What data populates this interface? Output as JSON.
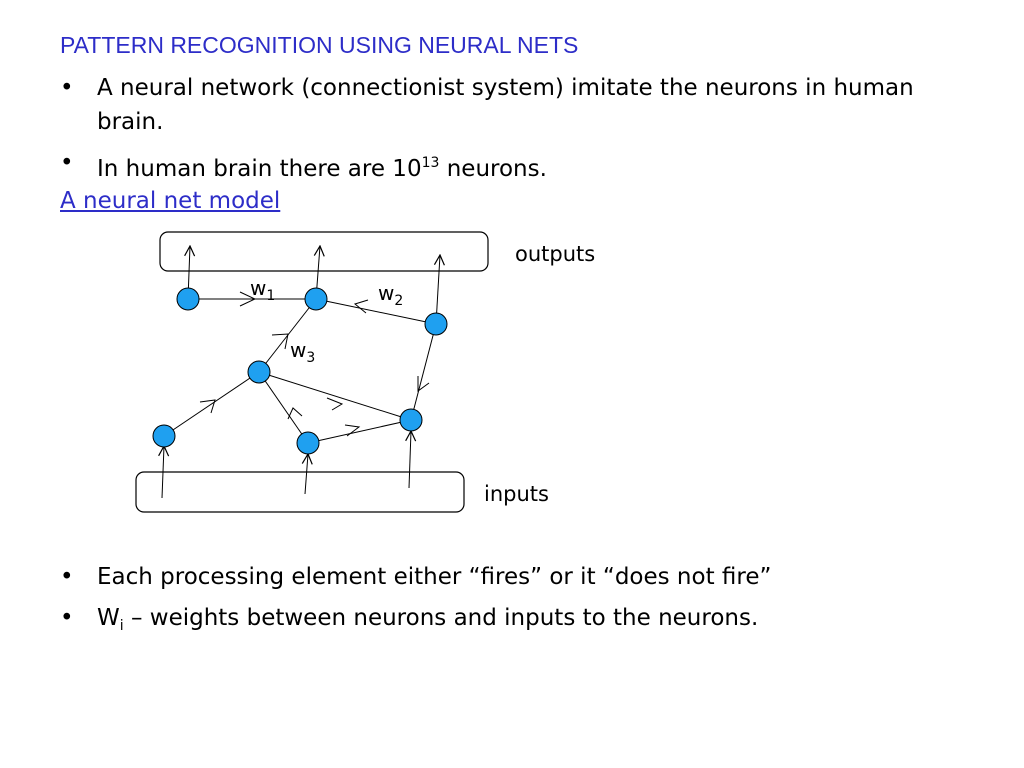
{
  "slide": {
    "title": "PATTERN RECOGNITION USING NEURAL NETS",
    "bullet_char": "•",
    "bullet1": "A neural network (connectionist system) imitate the neurons in human brain.",
    "bullet2": {
      "before": "In human brain there are 10",
      "sup": "13",
      "after": " neurons."
    },
    "link_text": "A neural net model",
    "bullet3": "Each processing element either “fires” or it “does not fire”",
    "bullet4": {
      "before": "W",
      "sub": "i",
      "after": " – weights between neurons and inputs to the neurons."
    }
  },
  "diagram": {
    "outputs_label": "outputs",
    "inputs_label": "inputs",
    "weight_base": "w",
    "weights": [
      "1",
      "2",
      "3"
    ],
    "node_color": "#1fa0f0"
  }
}
